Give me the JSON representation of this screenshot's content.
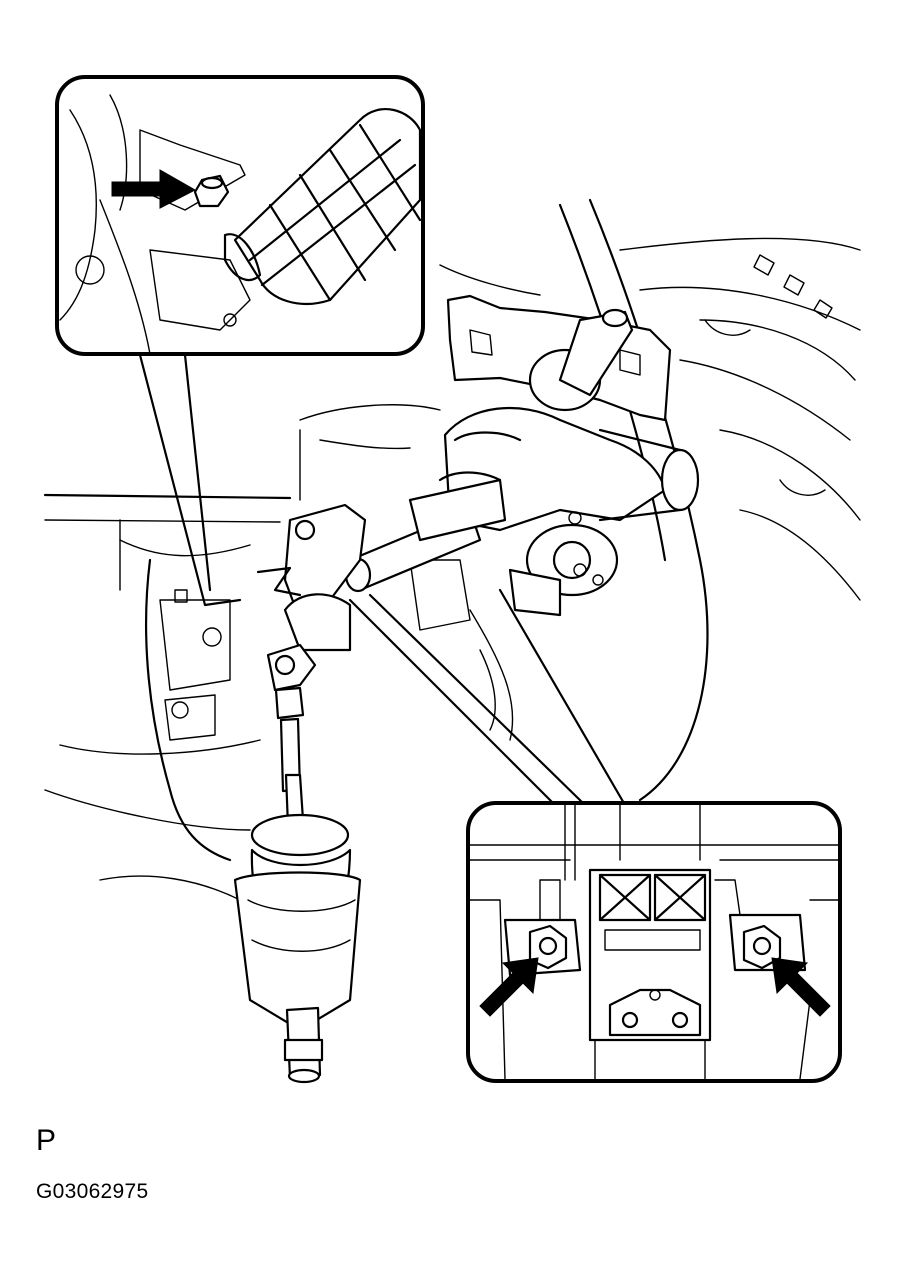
{
  "figure": {
    "view_letter": "P",
    "code": "G03062975"
  },
  "callouts": {
    "top_left": {
      "arrow_count": 1,
      "icon": "arrow-icon"
    },
    "bottom_right": {
      "arrow_count": 2,
      "icon": "arrow-icon"
    }
  },
  "colors": {
    "line": "#000000",
    "background": "#ffffff"
  }
}
